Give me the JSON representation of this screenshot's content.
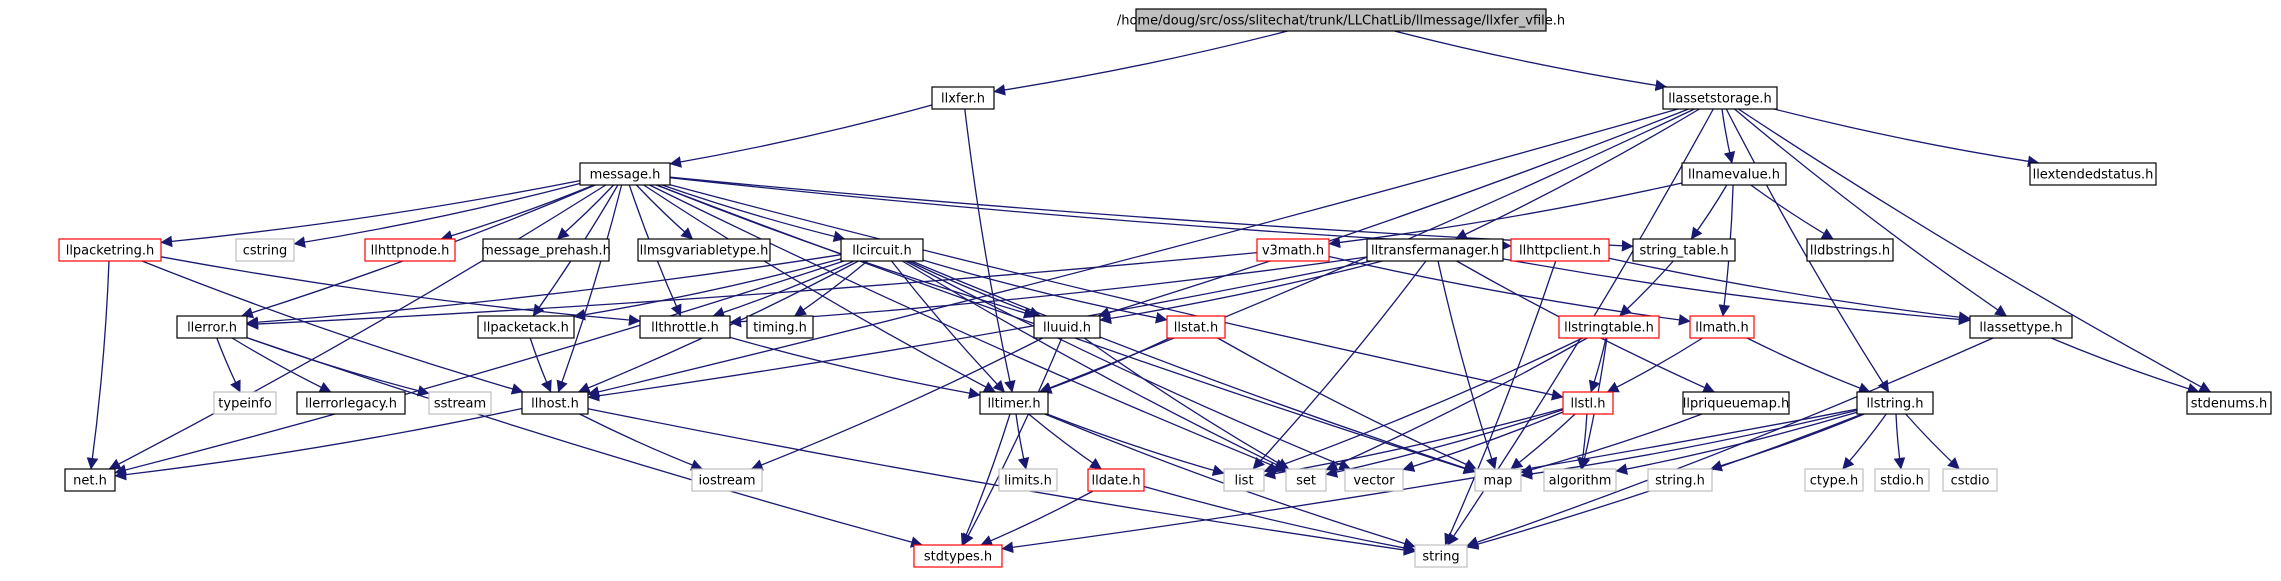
{
  "colors": {
    "edge": "#191970",
    "border_default": "#000000",
    "border_external": "#bfbfbf",
    "border_truncated": "#ff0000",
    "root_fill": "#bfbfbf",
    "fill": "#ffffff"
  },
  "nodes": [
    {
      "id": "root",
      "label": "/home/doug/src/oss/slitechat/trunk/LLChatLib/llmessage/llxfer_vfile.h",
      "kind": "root"
    },
    {
      "id": "llxfer",
      "label": "llxfer.h",
      "kind": "default"
    },
    {
      "id": "llassetstorage",
      "label": "llassetstorage.h",
      "kind": "default"
    },
    {
      "id": "message",
      "label": "message.h",
      "kind": "default"
    },
    {
      "id": "llnamevalue",
      "label": "llnamevalue.h",
      "kind": "default"
    },
    {
      "id": "llextendedstatus",
      "label": "llextendedstatus.h",
      "kind": "default"
    },
    {
      "id": "llpacketring",
      "label": "llpacketring.h",
      "kind": "truncated"
    },
    {
      "id": "cstring",
      "label": "cstring",
      "kind": "external"
    },
    {
      "id": "llhttpnode",
      "label": "llhttpnode.h",
      "kind": "truncated"
    },
    {
      "id": "message_prehash",
      "label": "message_prehash.h",
      "kind": "default"
    },
    {
      "id": "llmsgvariabletype",
      "label": "llmsgvariabletype.h",
      "kind": "default"
    },
    {
      "id": "llcircuit",
      "label": "llcircuit.h",
      "kind": "default"
    },
    {
      "id": "v3math",
      "label": "v3math.h",
      "kind": "truncated"
    },
    {
      "id": "lltransfermanager",
      "label": "lltransfermanager.h",
      "kind": "default"
    },
    {
      "id": "llhttpclient",
      "label": "llhttpclient.h",
      "kind": "truncated"
    },
    {
      "id": "string_table",
      "label": "string_table.h",
      "kind": "default"
    },
    {
      "id": "lldbstrings",
      "label": "lldbstrings.h",
      "kind": "default"
    },
    {
      "id": "llerror",
      "label": "llerror.h",
      "kind": "default"
    },
    {
      "id": "llpacketack",
      "label": "llpacketack.h",
      "kind": "default"
    },
    {
      "id": "llthrottle",
      "label": "llthrottle.h",
      "kind": "default"
    },
    {
      "id": "timing",
      "label": "timing.h",
      "kind": "default"
    },
    {
      "id": "lluuid",
      "label": "lluuid.h",
      "kind": "default"
    },
    {
      "id": "llstat",
      "label": "llstat.h",
      "kind": "truncated"
    },
    {
      "id": "llstringtable",
      "label": "llstringtable.h",
      "kind": "truncated"
    },
    {
      "id": "llmath",
      "label": "llmath.h",
      "kind": "truncated"
    },
    {
      "id": "llassettype",
      "label": "llassettype.h",
      "kind": "default"
    },
    {
      "id": "stdenums",
      "label": "stdenums.h",
      "kind": "default"
    },
    {
      "id": "typeinfo",
      "label": "typeinfo",
      "kind": "external"
    },
    {
      "id": "llerrorlegacy",
      "label": "llerrorlegacy.h",
      "kind": "default"
    },
    {
      "id": "sstream",
      "label": "sstream",
      "kind": "external"
    },
    {
      "id": "llhost",
      "label": "llhost.h",
      "kind": "default"
    },
    {
      "id": "lltimer",
      "label": "lltimer.h",
      "kind": "default"
    },
    {
      "id": "llstl",
      "label": "llstl.h",
      "kind": "truncated"
    },
    {
      "id": "llpriqueuemap",
      "label": "llpriqueuemap.h",
      "kind": "default"
    },
    {
      "id": "llstring",
      "label": "llstring.h",
      "kind": "default"
    },
    {
      "id": "net",
      "label": "net.h",
      "kind": "default"
    },
    {
      "id": "iostream",
      "label": "iostream",
      "kind": "external"
    },
    {
      "id": "limits",
      "label": "limits.h",
      "kind": "external"
    },
    {
      "id": "lldate",
      "label": "lldate.h",
      "kind": "truncated"
    },
    {
      "id": "list",
      "label": "list",
      "kind": "external"
    },
    {
      "id": "set",
      "label": "set",
      "kind": "external"
    },
    {
      "id": "vector",
      "label": "vector",
      "kind": "external"
    },
    {
      "id": "map",
      "label": "map",
      "kind": "external"
    },
    {
      "id": "algorithm",
      "label": "algorithm",
      "kind": "external"
    },
    {
      "id": "string_h",
      "label": "string.h",
      "kind": "external"
    },
    {
      "id": "ctype",
      "label": "ctype.h",
      "kind": "external"
    },
    {
      "id": "stdio",
      "label": "stdio.h",
      "kind": "external"
    },
    {
      "id": "cstdio",
      "label": "cstdio",
      "kind": "external"
    },
    {
      "id": "stdtypes",
      "label": "stdtypes.h",
      "kind": "truncated"
    },
    {
      "id": "string",
      "label": "string",
      "kind": "external"
    }
  ],
  "edges": [
    [
      "root",
      "llxfer"
    ],
    [
      "root",
      "llassetstorage"
    ],
    [
      "llxfer",
      "message"
    ],
    [
      "llxfer",
      "lltimer"
    ],
    [
      "llassetstorage",
      "lluuid"
    ],
    [
      "llassetstorage",
      "llnamevalue"
    ],
    [
      "llassetstorage",
      "llextendedstatus"
    ],
    [
      "llassetstorage",
      "lltransfermanager"
    ],
    [
      "llassetstorage",
      "llassettype"
    ],
    [
      "llassetstorage",
      "stdenums"
    ],
    [
      "llassetstorage",
      "llstring"
    ],
    [
      "llassetstorage",
      "string"
    ],
    [
      "llassetstorage",
      "lltimer"
    ],
    [
      "llassetstorage",
      "llhost"
    ],
    [
      "message",
      "net"
    ],
    [
      "message",
      "llpacketring"
    ],
    [
      "message",
      "cstring"
    ],
    [
      "message",
      "llhttpnode"
    ],
    [
      "message",
      "message_prehash"
    ],
    [
      "message",
      "llmsgvariabletype"
    ],
    [
      "message",
      "llcircuit"
    ],
    [
      "message",
      "llhttpclient"
    ],
    [
      "message",
      "string_table"
    ],
    [
      "message",
      "llerror"
    ],
    [
      "message",
      "llhost"
    ],
    [
      "message",
      "llpacketack"
    ],
    [
      "message",
      "lltimer"
    ],
    [
      "message",
      "llstl"
    ],
    [
      "message",
      "lluuid"
    ],
    [
      "message",
      "llthrottle"
    ],
    [
      "message",
      "map"
    ],
    [
      "message",
      "set"
    ],
    [
      "llnamevalue",
      "v3math"
    ],
    [
      "llnamevalue",
      "string_table"
    ],
    [
      "llnamevalue",
      "lldbstrings"
    ],
    [
      "llnamevalue",
      "llmath"
    ],
    [
      "llpacketring",
      "net"
    ],
    [
      "llpacketring",
      "llhost"
    ],
    [
      "llpacketring",
      "llthrottle"
    ],
    [
      "llcircuit",
      "llerror"
    ],
    [
      "llcircuit",
      "llpacketack"
    ],
    [
      "llcircuit",
      "llthrottle"
    ],
    [
      "llcircuit",
      "timing"
    ],
    [
      "llcircuit",
      "lluuid"
    ],
    [
      "llcircuit",
      "llstat"
    ],
    [
      "llcircuit",
      "lltimer"
    ],
    [
      "llcircuit",
      "llhost"
    ],
    [
      "llcircuit",
      "map"
    ],
    [
      "llcircuit",
      "vector"
    ],
    [
      "llcircuit",
      "set"
    ],
    [
      "llcircuit",
      "net"
    ],
    [
      "v3math",
      "llerror"
    ],
    [
      "v3math",
      "llmath"
    ],
    [
      "lltransfermanager",
      "llhost"
    ],
    [
      "lltransfermanager",
      "lluuid"
    ],
    [
      "lltransfermanager",
      "llthrottle"
    ],
    [
      "lltransfermanager",
      "llpriqueuemap"
    ],
    [
      "lltransfermanager",
      "llassettype"
    ],
    [
      "lltransfermanager",
      "list"
    ],
    [
      "lltransfermanager",
      "map"
    ],
    [
      "llhttpclient",
      "string"
    ],
    [
      "llhttpclient",
      "llassettype"
    ],
    [
      "string_table",
      "llstringtable"
    ],
    [
      "llerror",
      "typeinfo"
    ],
    [
      "llerror",
      "llerrorlegacy"
    ],
    [
      "llerror",
      "sstream"
    ],
    [
      "llerror",
      "stdtypes"
    ],
    [
      "llpacketack",
      "llhost"
    ],
    [
      "llthrottle",
      "lltimer"
    ],
    [
      "lluuid",
      "stdtypes"
    ],
    [
      "lluuid",
      "set"
    ],
    [
      "lluuid",
      "iostream"
    ],
    [
      "llstat",
      "lltimer"
    ],
    [
      "llstat",
      "map"
    ],
    [
      "llstringtable",
      "llstl"
    ],
    [
      "llstringtable",
      "list"
    ],
    [
      "llstringtable",
      "set"
    ],
    [
      "llstringtable",
      "algorithm"
    ],
    [
      "llmath",
      "llstl"
    ],
    [
      "llmath",
      "llstring"
    ],
    [
      "llassettype",
      "stdenums"
    ],
    [
      "llassettype",
      "string"
    ],
    [
      "llhost",
      "net"
    ],
    [
      "llhost",
      "iostream"
    ],
    [
      "llhost",
      "string"
    ],
    [
      "lltimer",
      "limits"
    ],
    [
      "lltimer",
      "lldate"
    ],
    [
      "lltimer",
      "list"
    ],
    [
      "lltimer",
      "stdtypes"
    ],
    [
      "lltimer",
      "string"
    ],
    [
      "lldate",
      "stdtypes"
    ],
    [
      "lldate",
      "string"
    ],
    [
      "llstl",
      "map"
    ],
    [
      "llstl",
      "list"
    ],
    [
      "llstl",
      "set"
    ],
    [
      "llstl",
      "vector"
    ],
    [
      "llstl",
      "algorithm"
    ],
    [
      "llpriqueuemap",
      "map"
    ],
    [
      "llstring",
      "map"
    ],
    [
      "llstring",
      "algorithm"
    ],
    [
      "llstring",
      "string_h"
    ],
    [
      "llstring",
      "ctype"
    ],
    [
      "llstring",
      "stdio"
    ],
    [
      "llstring",
      "cstdio"
    ],
    [
      "llstring",
      "stdtypes"
    ],
    [
      "llstring",
      "string"
    ]
  ]
}
